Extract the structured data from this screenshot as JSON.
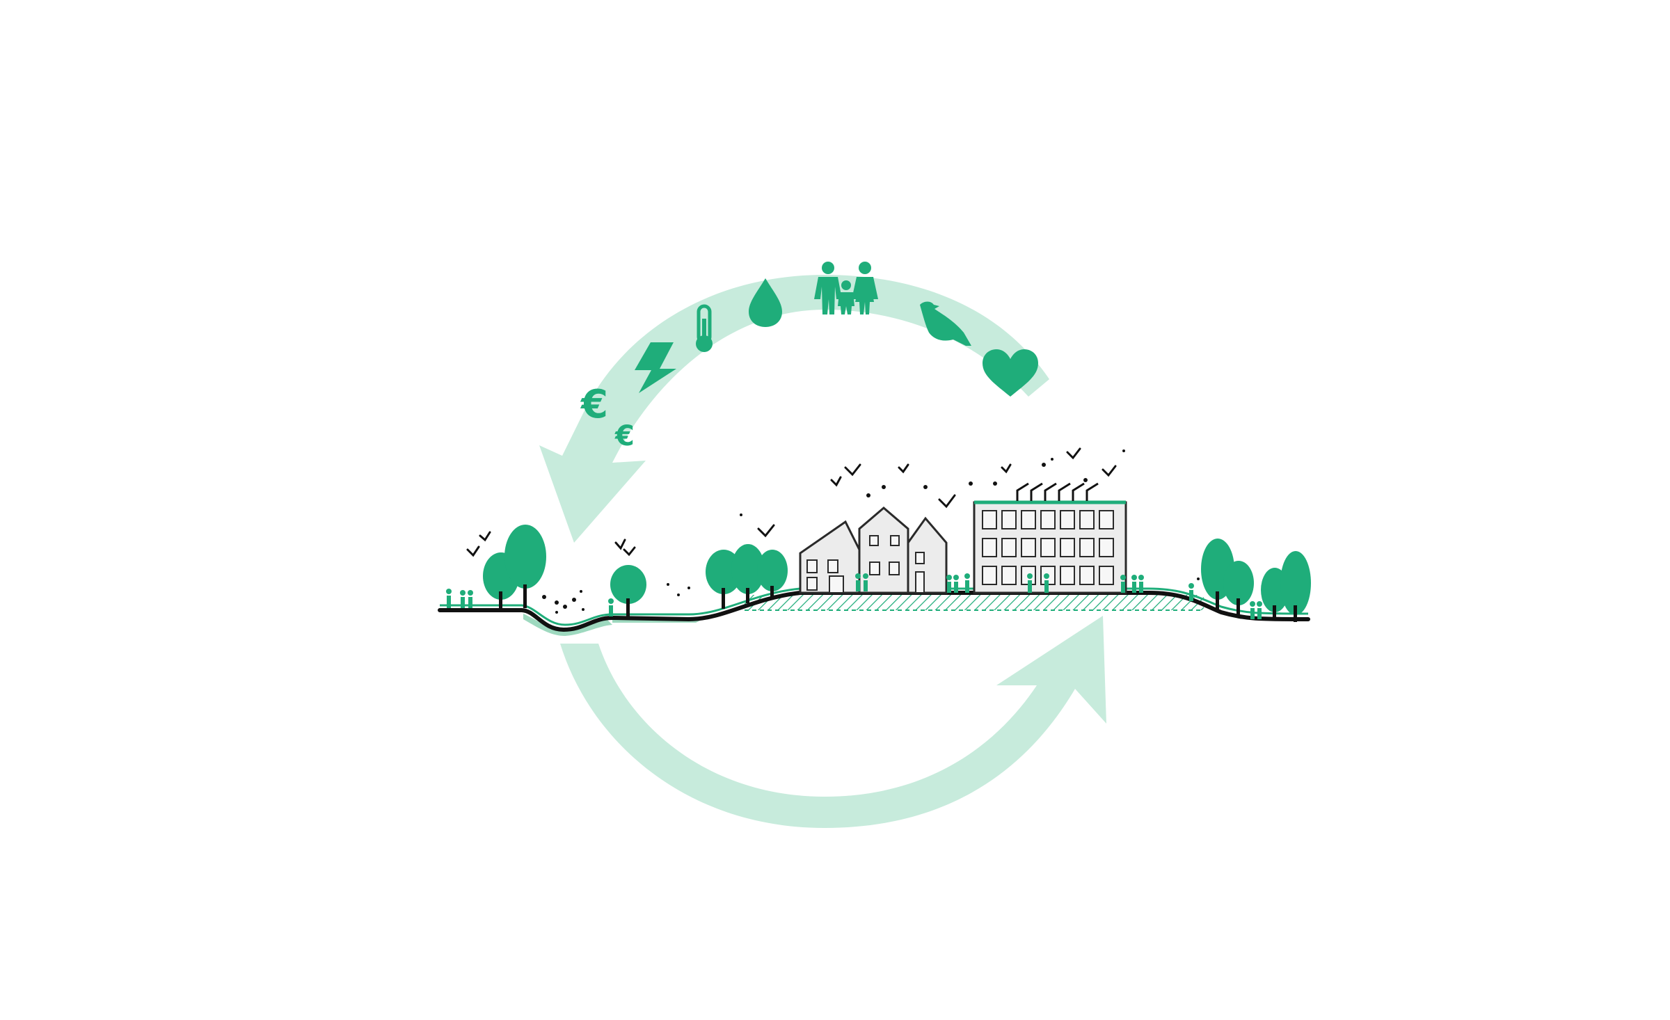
{
  "colors": {
    "background": "#ffffff",
    "arrow": "#c7ebdc",
    "green": "#1fad7a",
    "ink": "#111111",
    "building_fill": "#ececec",
    "building_stroke": "#2a2a2a",
    "water": "#9ed9bf"
  },
  "top_arc_icons": [
    {
      "name": "euro-large",
      "symbol": "€"
    },
    {
      "name": "euro-small",
      "symbol": "€"
    },
    {
      "name": "lightning-bolt",
      "symbol": ""
    },
    {
      "name": "thermometer",
      "symbol": ""
    },
    {
      "name": "water-drop",
      "symbol": ""
    },
    {
      "name": "family",
      "symbol": ""
    },
    {
      "name": "bird",
      "symbol": ""
    },
    {
      "name": "heart",
      "symbol": ""
    }
  ]
}
